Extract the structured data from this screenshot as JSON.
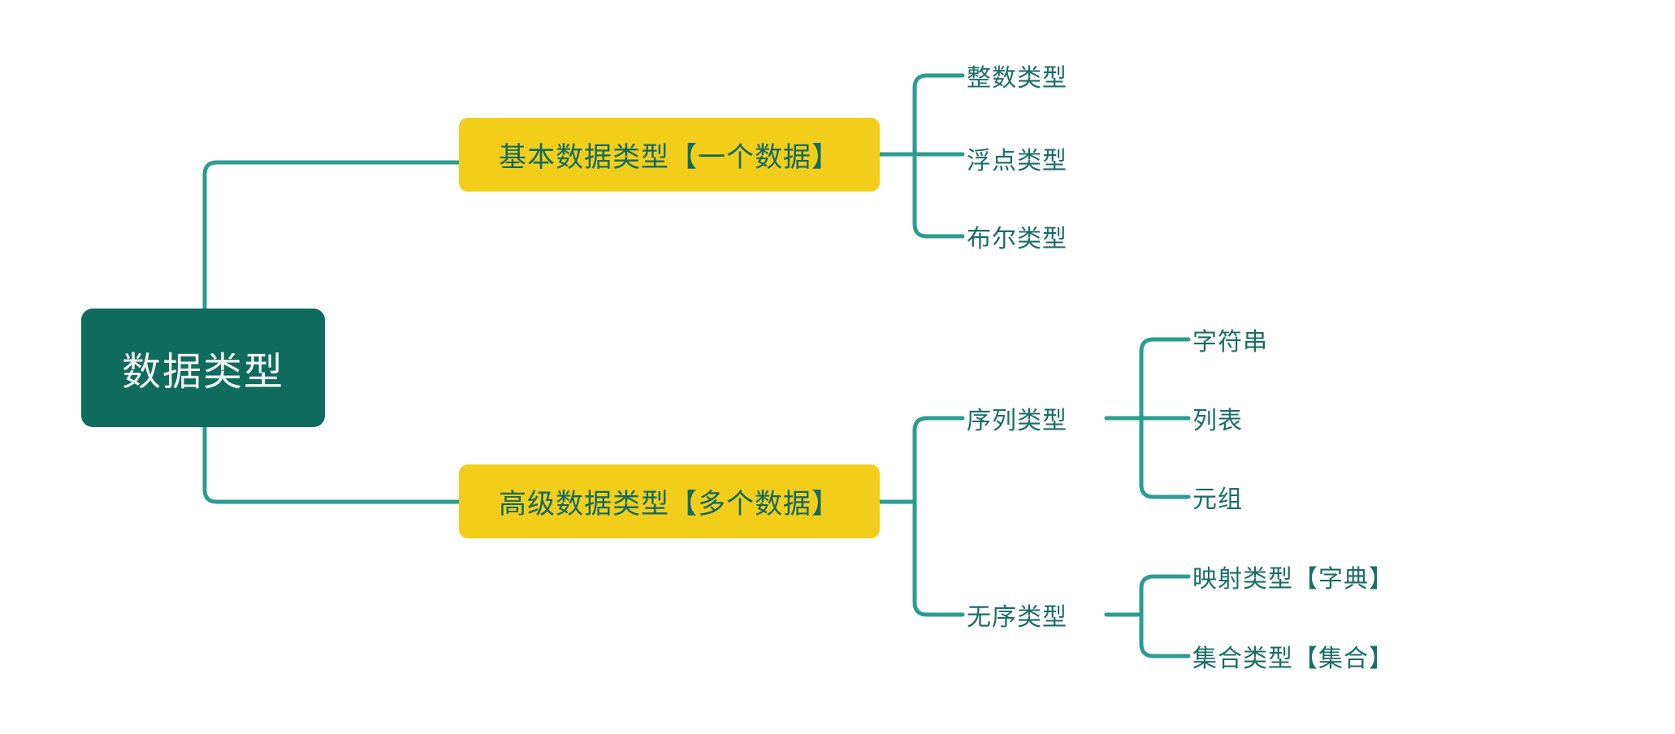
{
  "diagram": {
    "type": "mind-map",
    "orientation": "left-to-right",
    "background_color": "#ffffff",
    "colors": {
      "root_fill": "#0F6B5E",
      "root_text": "#F2F5F4",
      "branch_fill": "#F2CE1B",
      "branch_text": "#136A5F",
      "leaf_text": "#1A6E63",
      "connector": "#2A9D8F"
    },
    "root": {
      "label": "数据类型"
    },
    "branches": [
      {
        "label": "基本数据类型【一个数据】",
        "children": [
          {
            "label": "整数类型"
          },
          {
            "label": "浮点类型"
          },
          {
            "label": "布尔类型"
          }
        ]
      },
      {
        "label": "高级数据类型【多个数据】",
        "children": [
          {
            "label": "序列类型",
            "children": [
              {
                "label": "字符串"
              },
              {
                "label": "列表"
              },
              {
                "label": "元组"
              }
            ]
          },
          {
            "label": "无序类型",
            "children": [
              {
                "label": "映射类型【字典】"
              },
              {
                "label": "集合类型【集合】"
              }
            ]
          }
        ]
      }
    ]
  }
}
